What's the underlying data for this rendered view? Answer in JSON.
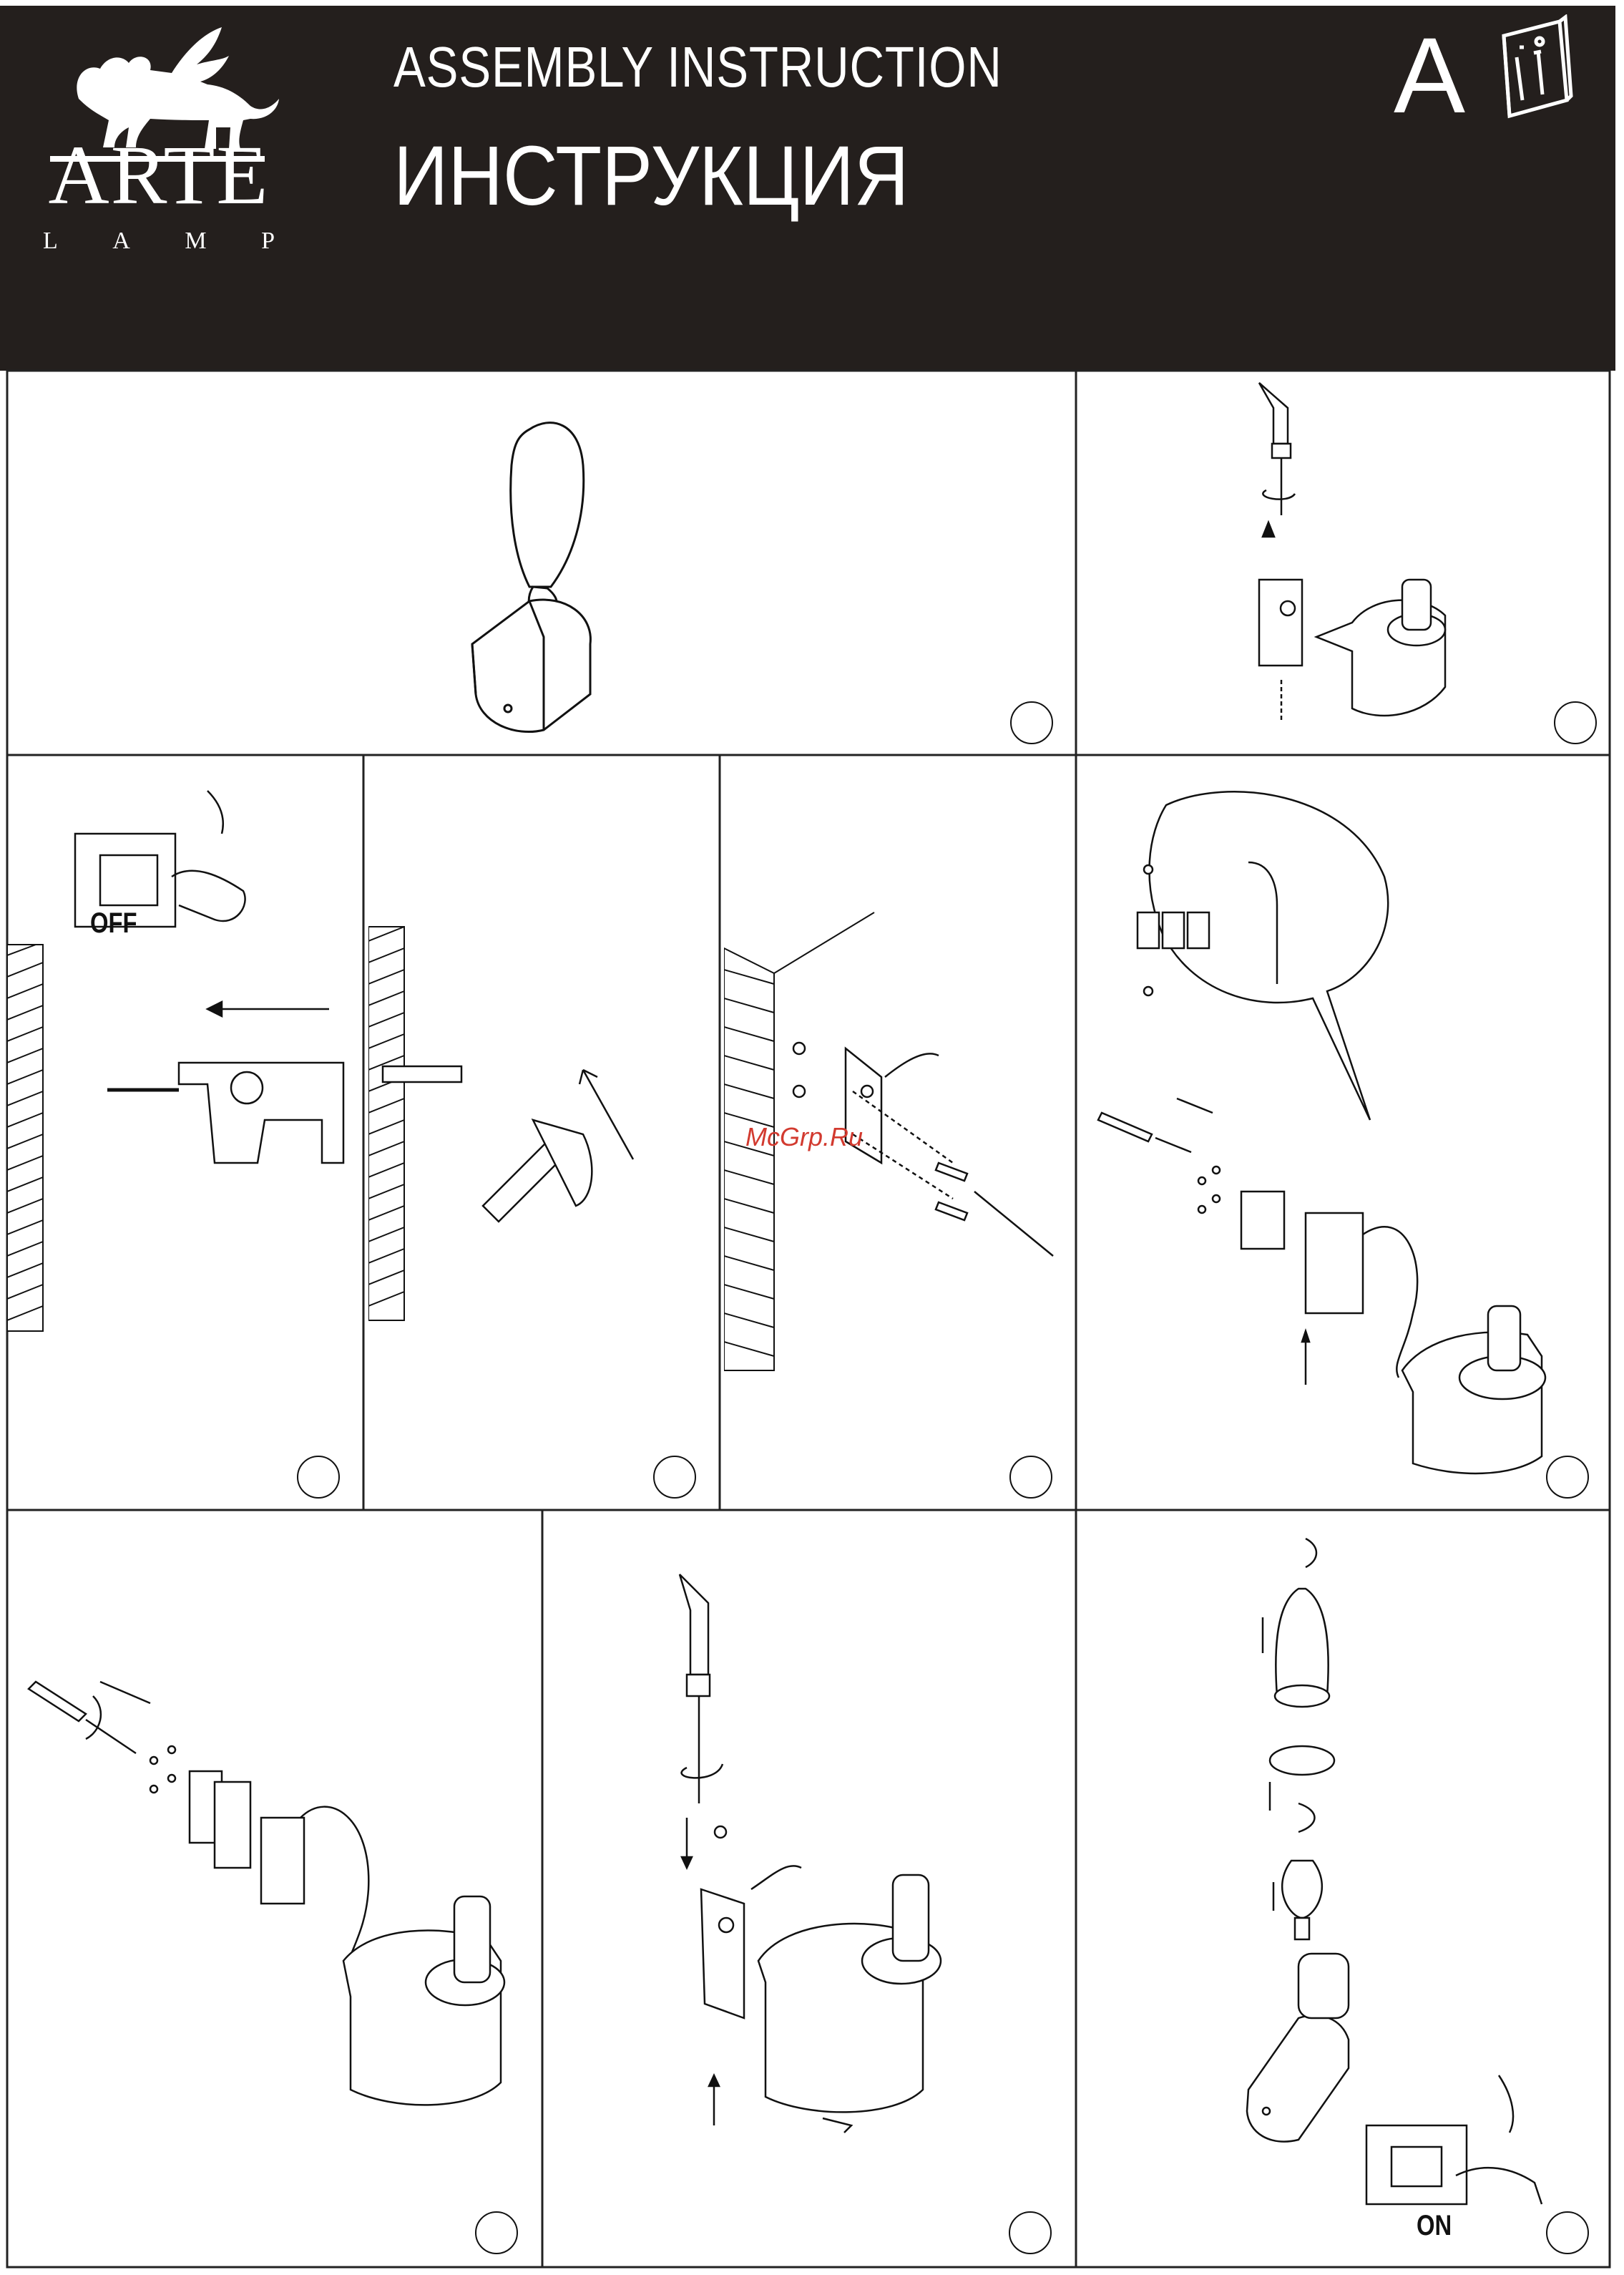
{
  "header": {
    "brand": "ARTE",
    "brand_sub": [
      "L",
      "A",
      "M",
      "P"
    ],
    "title_en": "ASSEMBLY  INSTRUCTION",
    "title_ru": "ИНСТРУКЦИЯ",
    "lang_letter": "A",
    "icons": {
      "logo": "winged-lion-logo",
      "info": "info-book-icon"
    }
  },
  "panels": {
    "power_off_label": "OFF",
    "power_on_label": "ON"
  },
  "watermark": "McGrp.Ru"
}
